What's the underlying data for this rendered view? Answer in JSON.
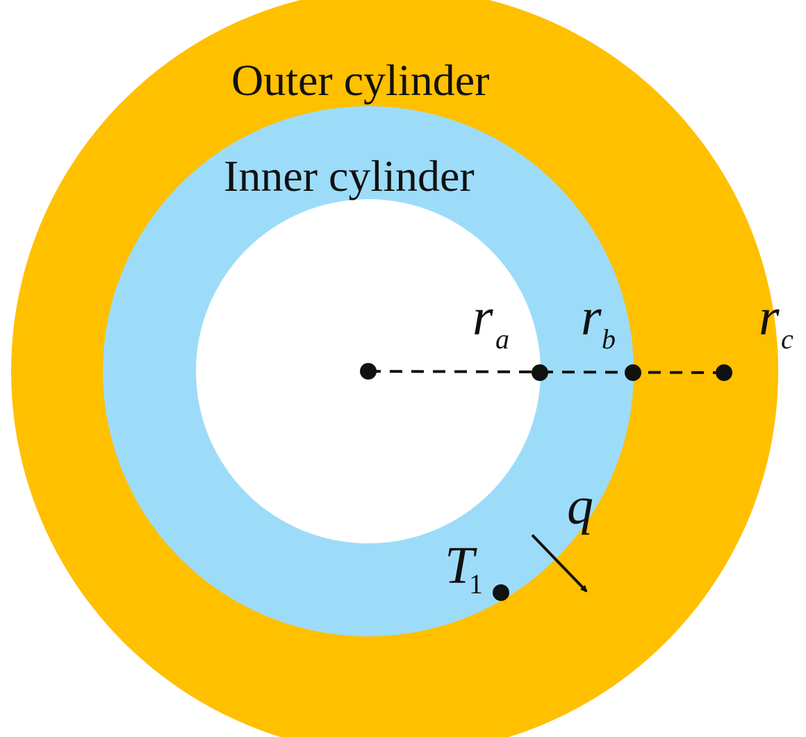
{
  "labels": {
    "outer": "Outer cylinder",
    "inner": "Inner cylinder"
  },
  "radii": {
    "ra": {
      "symbol": "r",
      "sub": "a"
    },
    "rb": {
      "symbol": "r",
      "sub": "b"
    },
    "rc": {
      "symbol": "r",
      "sub": "c"
    }
  },
  "temperature": {
    "symbol": "T",
    "sub": "1"
  },
  "heat_flux": {
    "symbol": "q"
  },
  "colors": {
    "outer_ring": "#FFC000",
    "inner_ring": "#9DDCF9",
    "bore": "#FFFFFF",
    "ink": "#111111"
  }
}
